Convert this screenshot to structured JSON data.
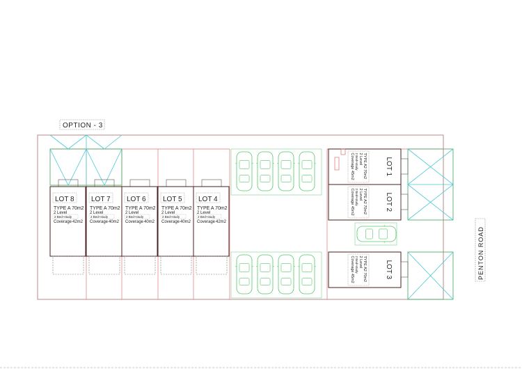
{
  "title": "OPTION - 3",
  "road_label": "PENTON ROAD",
  "left_lots": [
    {
      "name": "LOT 8",
      "type": "TYPE A 70m2",
      "levels": "2 Level",
      "beds": "2 Bed+study",
      "coverage_label": "Coverage",
      "coverage": "42m2"
    },
    {
      "name": "LOT 7",
      "type": "TYPE A 70m2",
      "levels": "2 Level",
      "beds": "2 Bed+study",
      "coverage_label": "Coverage",
      "coverage": "40m2"
    },
    {
      "name": "LOT 6",
      "type": "TYPE A 70m2",
      "levels": "2 Level",
      "beds": "2 Bed+study",
      "coverage_label": "Coverage",
      "coverage": "40m2"
    },
    {
      "name": "LOT 5",
      "type": "TYPE A 70m2",
      "levels": "2 Level",
      "beds": "2 Bed+study",
      "coverage_label": "Coverage",
      "coverage": "40m2"
    },
    {
      "name": "LOT 4",
      "type": "TYPE A 70m2",
      "levels": "2 Level",
      "beds": "2 Bed+study",
      "coverage_label": "Coverage",
      "coverage": "42m2"
    }
  ],
  "right_lots": [
    {
      "name": "LOT 1",
      "type": "TYPE A2 70m2",
      "levels": "2 Level",
      "beds": "2 Bed+study",
      "coverage": "Coverage 45m2"
    },
    {
      "name": "LOT 2",
      "type": "TYPE A2 70m2",
      "levels": "2 Level",
      "beds": "2 Bed+study",
      "coverage": "Coverage 45m2"
    },
    {
      "name": "LOT 3",
      "type": "TYPE A2 70m2",
      "levels": "2 Level",
      "beds": "2 Bed+study",
      "coverage": "Coverage 45m2"
    }
  ],
  "colors": {
    "boundary": "#c96a6a",
    "carport": "#3aa55a",
    "cyan": "#48c9d6",
    "building": "#5a2020",
    "car": "#52c86a"
  }
}
